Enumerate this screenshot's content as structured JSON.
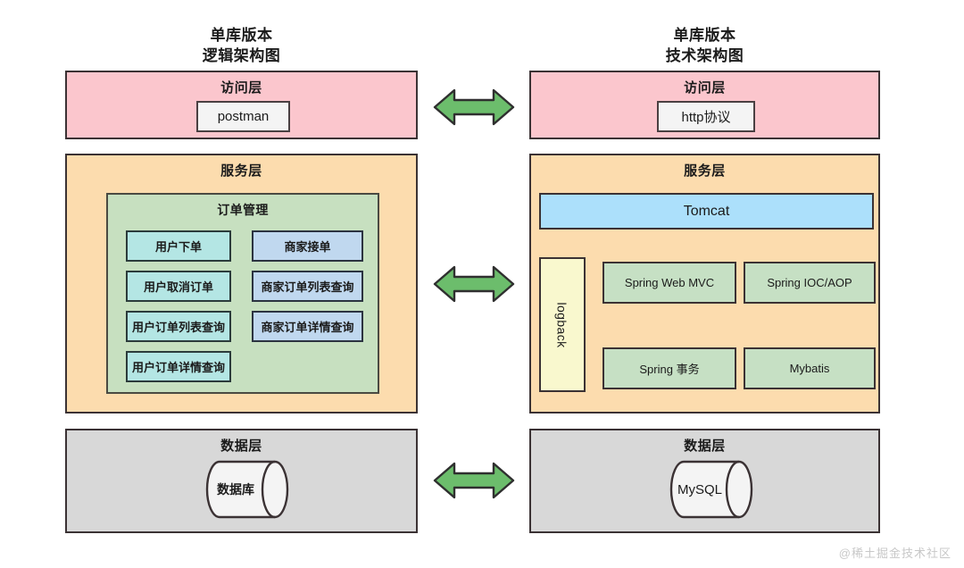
{
  "left": {
    "title_line1": "单库版本",
    "title_line2": "逻辑架构图",
    "access_layer": {
      "title": "访问层",
      "node": "postman"
    },
    "service_layer": {
      "title": "服务层",
      "order_management": {
        "title": "订单管理",
        "user_items": [
          "用户下单",
          "用户取消订单",
          "用户订单列表查询",
          "用户订单详情查询"
        ],
        "merchant_items": [
          "商家接单",
          "商家订单列表查询",
          "商家订单详情查询"
        ]
      }
    },
    "data_layer": {
      "title": "数据层",
      "database": "数据库"
    }
  },
  "right": {
    "title_line1": "单库版本",
    "title_line2": "技术架构图",
    "access_layer": {
      "title": "访问层",
      "node": "http协议"
    },
    "service_layer": {
      "title": "服务层",
      "container": "Tomcat",
      "logging": "logback",
      "frameworks": [
        "Spring Web MVC",
        "Spring IOC/AOP",
        "Spring 事务",
        "Mybatis"
      ]
    },
    "data_layer": {
      "title": "数据层",
      "database": "MySQL"
    }
  },
  "connectors": [
    {
      "name": "access-layer-connector",
      "icon": "double-arrow-horizontal"
    },
    {
      "name": "service-layer-connector",
      "icon": "double-arrow-horizontal"
    },
    {
      "name": "data-layer-connector",
      "icon": "double-arrow-horizontal"
    }
  ],
  "watermark": "@稀土掘金技术社区",
  "colors": {
    "access_layer": "#fbc6cd",
    "service_layer": "#fcdcae",
    "data_layer": "#d8d8d8",
    "order_management": "#c7e0c0",
    "user_node": "#b4e6e4",
    "merchant_node": "#c0d8ef",
    "tomcat": "#ace0fb",
    "framework_node": "#c6e0c4",
    "logback": "#f9f8ce",
    "arrow": "#6cbd6c",
    "outline": "#3b3234"
  }
}
